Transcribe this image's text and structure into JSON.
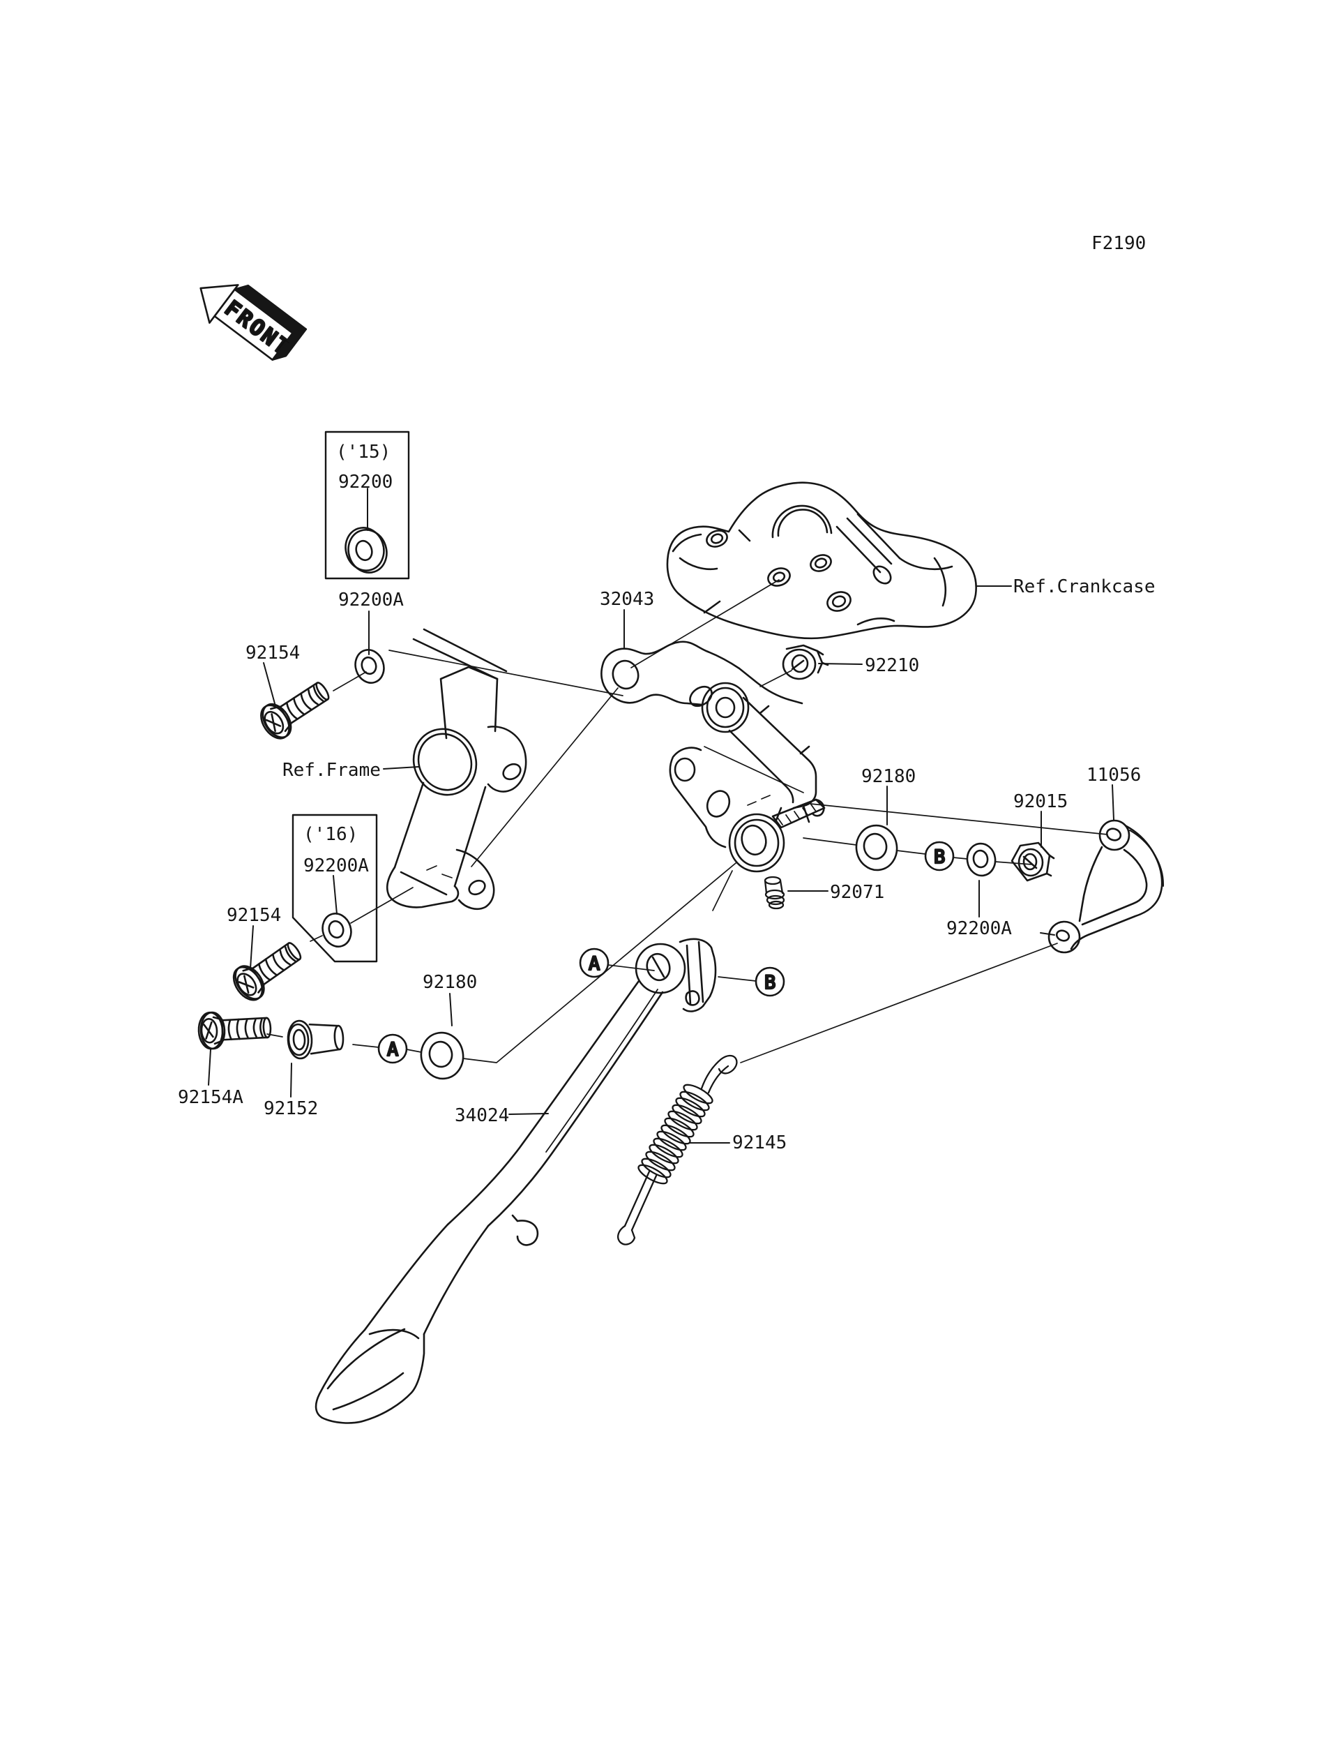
{
  "page": {
    "figure_code": "F2190",
    "background_color": "#ffffff",
    "line_color": "#161616"
  },
  "front_marker": {
    "label": "FRONT"
  },
  "view_circles": {
    "view_a": "A",
    "view_b": "B"
  },
  "year_boxes": {
    "year_15": "('15)",
    "year_16": "('16)"
  },
  "callouts": {
    "p92200": "92200",
    "p92200a": "92200A",
    "p92154": "92154",
    "p92154a": "92154A",
    "p92152": "92152",
    "p92180": "92180",
    "p92210": "92210",
    "p92015": "92015",
    "p92071": "92071",
    "p92145": "92145",
    "p32043": "32043",
    "p34024": "34024",
    "p11056": "11056",
    "ref_frame": "Ref.Frame",
    "ref_crankcase": "Ref.Crankcase"
  }
}
